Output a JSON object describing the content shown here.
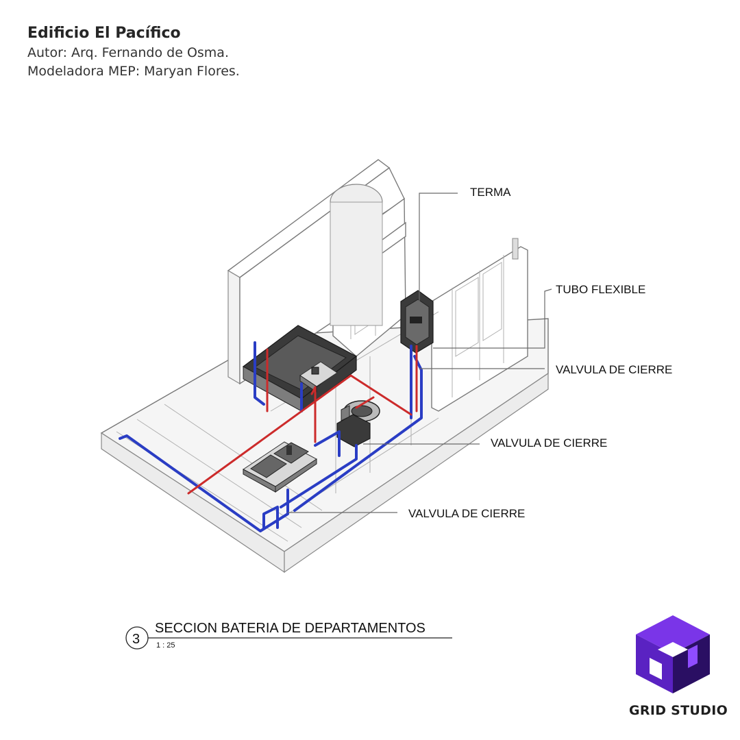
{
  "header": {
    "title": "Edificio El Pacífico",
    "author": "Autor: Arq. Fernando de Osma.",
    "modeler": "Modeladora MEP: Maryan Flores."
  },
  "labels": {
    "terma": "TERMA",
    "tubo_flexible": "TUBO FLEXIBLE",
    "valvula_1": "VALVULA DE CIERRE",
    "valvula_2": "VALVULA DE CIERRE",
    "valvula_3": "VALVULA DE CIERRE"
  },
  "section": {
    "number": "3",
    "title": "SECCION BATERIA DE DEPARTAMENTOS",
    "scale": "1 : 25"
  },
  "logo": {
    "name": "GRID STUDIO",
    "colors": {
      "primary": "#6a2bd9",
      "dark": "#2a0f63",
      "mid": "#4a1aa8"
    }
  },
  "colors": {
    "cold_water": "#2a3dc4",
    "hot_water": "#cc2b2b"
  }
}
